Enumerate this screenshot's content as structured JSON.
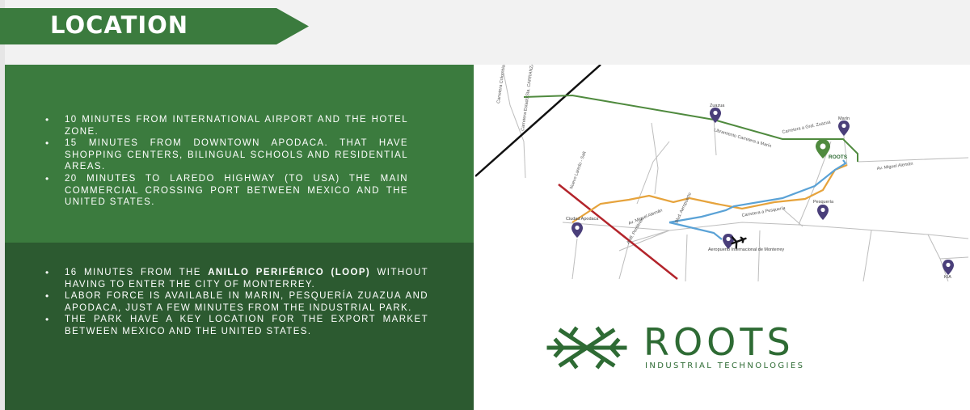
{
  "header": {
    "title": "LOCATION"
  },
  "panel_top": {
    "items": [
      "10 MINUTES FROM INTERNATIONAL AIRPORT AND THE HOTEL ZONE.",
      "15 MINUTES FROM DOWNTOWN APODACA. THAT HAVE SHOPPING CENTERS, BILINGUAL SCHOOLS AND RESIDENTIAL AREAS.",
      "20 MINUTES TO LAREDO HIGHWAY (TO USA) THE MAIN COMMERCIAL CROSSING PORT BETWEEN MEXICO AND THE UNITED STATES."
    ]
  },
  "panel_bottom": {
    "item1_pre": "16 MINUTES FROM THE ",
    "item1_bold": "ANILLO PERIFÉRICO (LOOP)",
    "item1_post": " WITHOUT HAVING TO ENTER THE CITY OF MONTERREY.",
    "item2": "LABOR FORCE IS AVAILABLE IN MARIN, PESQUERÍA ZUAZUA AND APODACA, JUST A FEW MINUTES FROM THE INDUSTRIAL PARK.",
    "item3": " THE PARK HAVE A KEY LOCATION FOR THE EXPORT MARKET BETWEEN MEXICO AND THE UNITED STATES."
  },
  "map": {
    "places": {
      "zuazua": "Zuazua",
      "marin": "Marín",
      "roots": "ROOTS",
      "pesqueria": "Pesquería",
      "apodaca": "Ciudad Apodaca",
      "airport": "Aeropuerto Internacional de Monterrey",
      "kia": "KIA"
    },
    "roads": {
      "marin_zuazua": "Carretera a Gral. Zuazua",
      "libramiento": "Libramiento Carretera a Marín",
      "miguel_aleman_east": "Av. Miguel Alemán",
      "miguel_aleman_west": "Av. Miguel Alemán",
      "pesqueria_rd": "Carretera a Pesquería",
      "aeropuerto_blvd": "Blvd. Aeropuerto",
      "nuevo_laredo": "Nuevo Laredo - Salt",
      "periferico": "Anill. Periférico",
      "colombia_top": "Carretera Colombia",
      "colombia_sub": "Carretera Estado Sta. CARRANZA FISCAL ESTADO"
    },
    "colors": {
      "green_route": "#4f8a3e",
      "orange_route": "#e6a33c",
      "blue_route": "#5aa2d6",
      "red_road": "#b3242b",
      "pin": "#4a3f7a"
    }
  },
  "logo": {
    "word": "ROOTS",
    "tagline": "INDUSTRIAL TECHNOLOGIES",
    "color": "#2e6b34"
  }
}
